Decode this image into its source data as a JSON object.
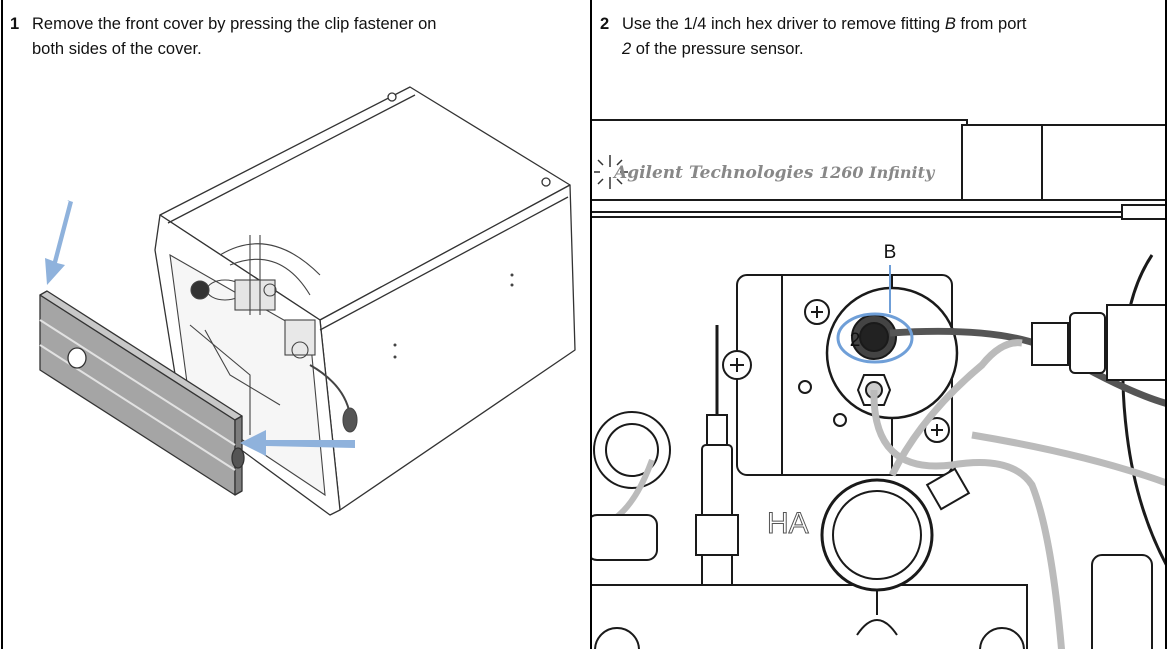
{
  "steps": [
    {
      "number": "1",
      "line1": "Remove the front cover by pressing the clip fastener on",
      "line2": "both sides of the cover."
    },
    {
      "number": "2",
      "line1_a": "Use the 1/4 inch hex driver to remove fitting ",
      "line1_b": "B",
      "line1_c": " from port",
      "line2_a": "2",
      "line2_b": " of the pressure sensor."
    }
  ],
  "photo_labels": {
    "brand": "Agilent Technologies",
    "model": "1260 Infinity",
    "callout_letter": "B",
    "port_number": "2",
    "stamp_fragment": "HA"
  },
  "colors": {
    "arrow": "#8fb2dc",
    "cover": "#9a9a9a",
    "callout": "#6f9fd8"
  }
}
